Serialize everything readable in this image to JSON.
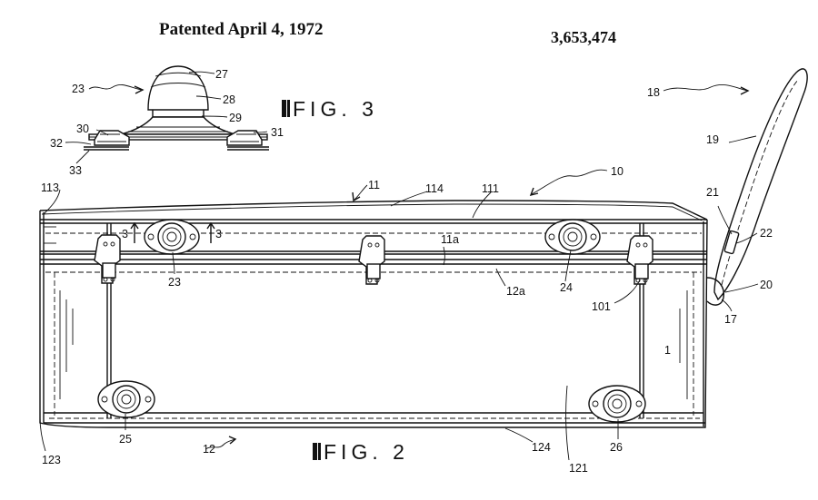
{
  "header": {
    "date": "Patented April 4, 1972",
    "patent_number": "3,653,474"
  },
  "figures": {
    "fig3": "FIG. 3",
    "fig2": "FIG. 2"
  },
  "refs": {
    "r10": "10",
    "r11": "11",
    "r11a": "11a",
    "r12": "12",
    "r12a": "12a",
    "r17": "17",
    "r18": "18",
    "r19": "19",
    "r20": "20",
    "r21": "21",
    "r22": "22",
    "r23a": "23",
    "r23b": "23",
    "r24": "24",
    "r25": "25",
    "r26": "26",
    "r27": "27",
    "r28": "28",
    "r29": "29",
    "r30": "30",
    "r31": "31",
    "r32": "32",
    "r33": "33",
    "r101": "101",
    "r111": "111",
    "r113": "113",
    "r114": "114",
    "r121": "121",
    "r123": "123",
    "r124": "124",
    "r1": "1",
    "r3a": "3",
    "r3b": "3"
  }
}
